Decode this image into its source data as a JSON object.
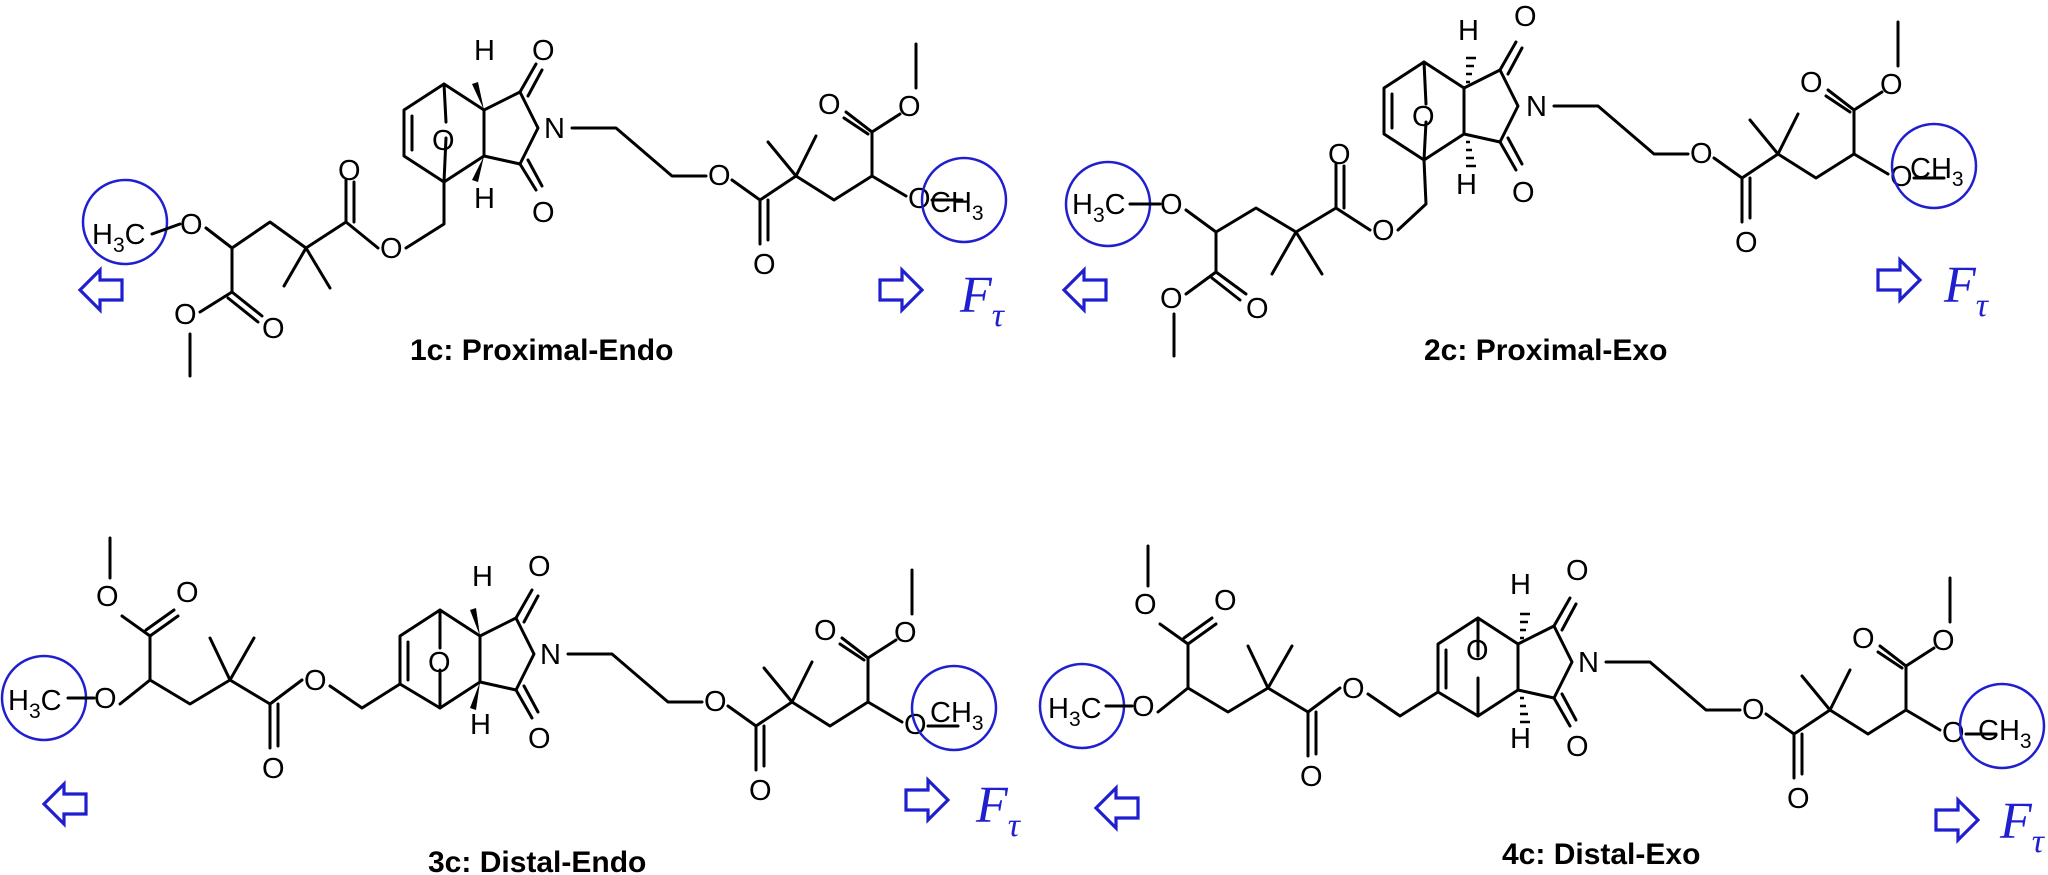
{
  "labels": {
    "oxygen": "O",
    "nitrogen": "N",
    "hydrogen": "H",
    "methyl_left": {
      "pre": "H",
      "sub": "3",
      "post": "C"
    },
    "methyl_right": {
      "pre": "CH",
      "sub": "3"
    },
    "force": {
      "main": "F",
      "sub": "τ"
    }
  },
  "molecules": [
    {
      "id": "1c",
      "caption": "1c: Proximal-Endo"
    },
    {
      "id": "2c",
      "caption": "2c: Proximal-Exo"
    },
    {
      "id": "3c",
      "caption": "3c: Distal-Endo"
    },
    {
      "id": "4c",
      "caption": "4c: Distal-Exo"
    }
  ],
  "colors": {
    "annotation": "#1f1fd0",
    "bond": "#000000"
  }
}
